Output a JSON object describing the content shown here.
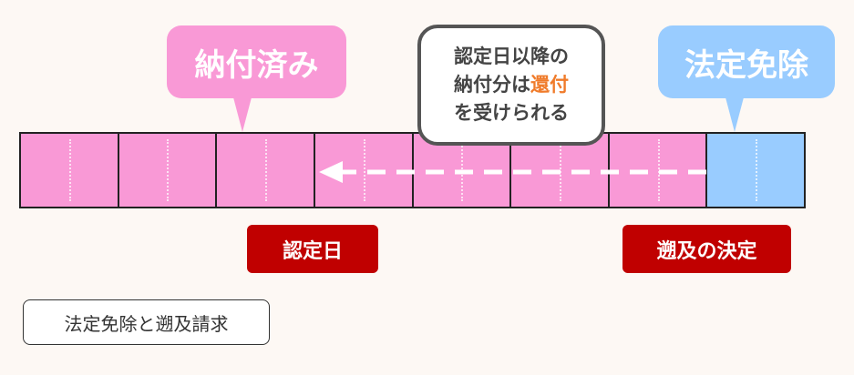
{
  "bubbles": {
    "paid": "納付済み",
    "exempt": "法定免除"
  },
  "note": {
    "line1": "認定日以降の",
    "line2a": "納付分は",
    "line2b": "還付",
    "line3": "を受けられる"
  },
  "labels": {
    "recognition_date": "認定日",
    "retroactive_decision": "遡及の決定"
  },
  "title": "法定免除と遡及請求",
  "timeline": {
    "paid_cells": 7,
    "exempt_cells": 1
  },
  "colors": {
    "paid": "#f999d6",
    "exempt": "#99ccff",
    "label": "#c00000",
    "highlight": "#f07b2a"
  }
}
